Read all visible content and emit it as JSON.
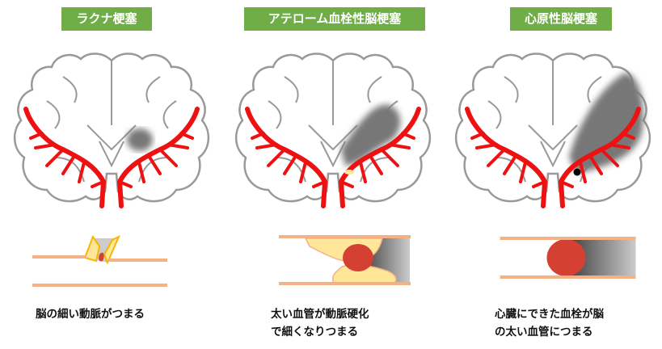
{
  "panels": [
    {
      "title": "ラクナ梗塞",
      "caption_lines": [
        "脳の細い動脈がつまる"
      ]
    },
    {
      "title": "アテローム血栓性脳梗塞",
      "caption_lines": [
        "太い血管が動脈硬化",
        "で細くなりつまる"
      ]
    },
    {
      "title": "心原性脳梗塞",
      "caption_lines": [
        "心臓にできた血栓が脳",
        "の太い血管につまる"
      ]
    }
  ],
  "colors": {
    "label_bg": "#70ad47",
    "artery": "#ee1111",
    "vessel_wall": "#f4b183",
    "plaque": "#ffe699",
    "clot": "#d44032",
    "infarct": "#777777"
  }
}
